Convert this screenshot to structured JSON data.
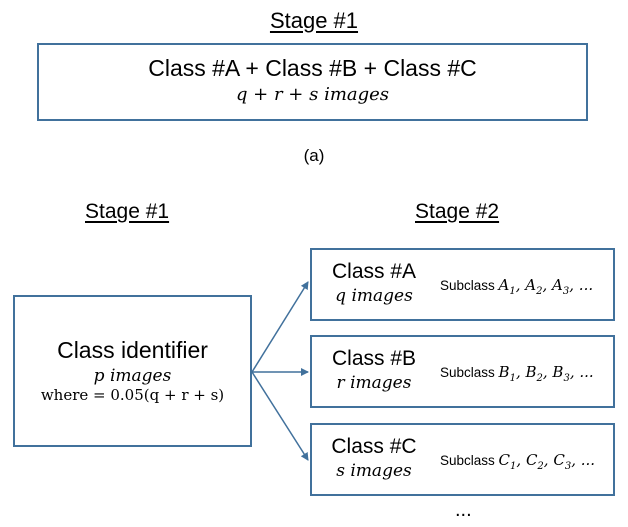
{
  "part_a": {
    "stage_title": "Stage #1",
    "box_line1": "Class #A + Class #B + Class #C",
    "box_line2": "q + r + s images",
    "caption": "(a)"
  },
  "part_b": {
    "stage1_title": "Stage #1",
    "stage2_title": "Stage #2",
    "identifier": {
      "title": "Class identifier",
      "line2": "p images",
      "line3": "where  = 0.05(q + r + s)"
    },
    "classes": [
      {
        "title": "Class #A",
        "images": "q images",
        "subclass_label": "Subclass",
        "subclasses": "A1, A2, A3, ..."
      },
      {
        "title": "Class #B",
        "images": "r images",
        "subclass_label": "Subclass",
        "subclasses": "B1, B2, B3, ..."
      },
      {
        "title": "Class #C",
        "images": "s images",
        "subclass_label": "Subclass",
        "subclasses": "C1, C2, C3, ..."
      }
    ],
    "ellipsis": "..."
  },
  "colors": {
    "border": "#41719c",
    "arrow": "#41719c"
  }
}
